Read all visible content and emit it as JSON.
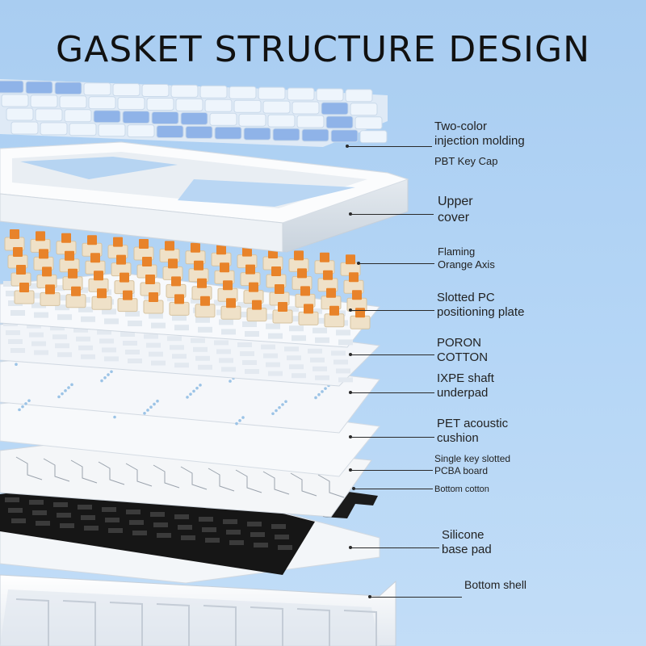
{
  "title": "GASKET STRUCTURE DESIGN",
  "colors": {
    "background": "#b3d4f4",
    "keycap_light": "#eef5fc",
    "keycap_blue": "#8fb3e8",
    "switch_orange": "#e8832a",
    "switch_body": "#efe1c8",
    "shell_white": "#f7f9fb",
    "pcb_black": "#151515"
  },
  "layers": [
    {
      "id": "keycap",
      "lines": [
        "Two-color",
        "injection molding"
      ],
      "icon": "keycap-layer"
    },
    {
      "id": "keycap-sub",
      "lines": [
        "PBT Key Cap"
      ],
      "icon": "keycap-layer"
    },
    {
      "id": "upper-cover",
      "lines": [
        "Upper",
        "cover"
      ],
      "icon": "frame-layer"
    },
    {
      "id": "switch",
      "lines": [
        "Flaming",
        "Orange Axis"
      ],
      "icon": "switch-layer"
    },
    {
      "id": "plate",
      "lines": [
        "Slotted PC",
        "positioning plate"
      ],
      "icon": "plate-layer"
    },
    {
      "id": "poron",
      "lines": [
        "PORON",
        "COTTON"
      ],
      "icon": "foam-layer"
    },
    {
      "id": "ixpe",
      "lines": [
        "IXPE shaft",
        "underpad"
      ],
      "icon": "foam-layer"
    },
    {
      "id": "pet",
      "lines": [
        "PET acoustic",
        "cushion"
      ],
      "icon": "foam-layer"
    },
    {
      "id": "pcba",
      "lines": [
        "Single key slotted",
        "PCBA board"
      ],
      "icon": "pcb-layer"
    },
    {
      "id": "bottom-cotton",
      "lines": [
        "Bottom cotton"
      ],
      "icon": "foam-layer"
    },
    {
      "id": "silicone",
      "lines": [
        "Silicone",
        "base pad"
      ],
      "icon": "pad-layer"
    },
    {
      "id": "bottom-shell",
      "lines": [
        "Bottom shell"
      ],
      "icon": "shell-layer"
    }
  ]
}
